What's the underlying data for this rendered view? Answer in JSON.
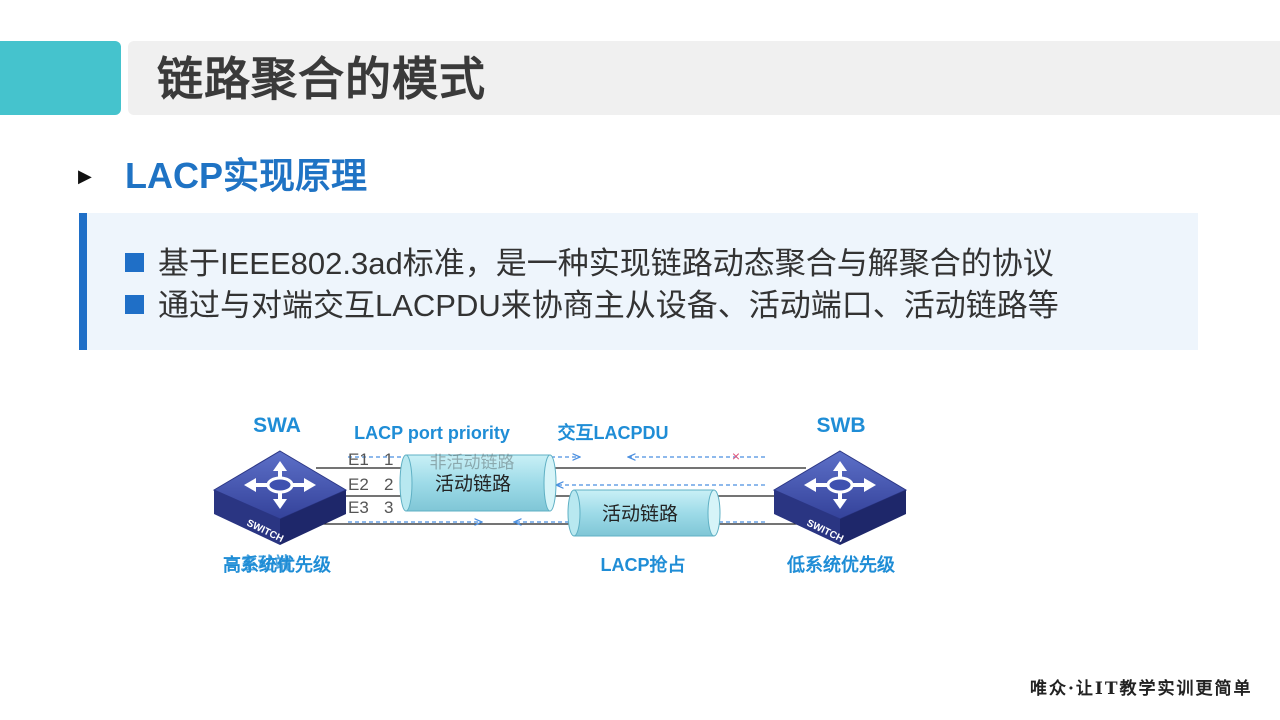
{
  "header": {
    "title": "链路聚合的模式"
  },
  "section": {
    "title": "LACP实现原理"
  },
  "bullets": [
    "基于IEEE802.3ad标准，是一种实现链路动态聚合与解聚合的协议",
    "通过与对端交互LACPDU来协商主从设备、活动端口、活动链路等"
  ],
  "diagram": {
    "left_switch": {
      "name": "SWA",
      "label": "SWITCH",
      "priority": "高系统优先级",
      "overlay": "主动端"
    },
    "right_switch": {
      "name": "SWB",
      "label": "SWITCH",
      "priority": "低系统优先级"
    },
    "port_priority_label": "LACP port priority",
    "exchange_label": "交互LACPDU",
    "preempt_label": "LACP抢占",
    "ports": [
      {
        "name": "E1",
        "priority": "1"
      },
      {
        "name": "E2",
        "priority": "2"
      },
      {
        "name": "E3",
        "priority": "3"
      }
    ],
    "tubes": [
      {
        "label": "活动链路",
        "ghost": "非活动链路"
      },
      {
        "label": "活动链路"
      }
    ],
    "reject_mark": "×",
    "colors": {
      "accent": "#1f8dd6",
      "tube": "#a8e2ec",
      "switch": "#3b4aa6",
      "arrow": "#4a8fe0",
      "reject": "#e0557a"
    }
  },
  "footer": {
    "slogan": "唯众·让IT教学实训更简单"
  }
}
